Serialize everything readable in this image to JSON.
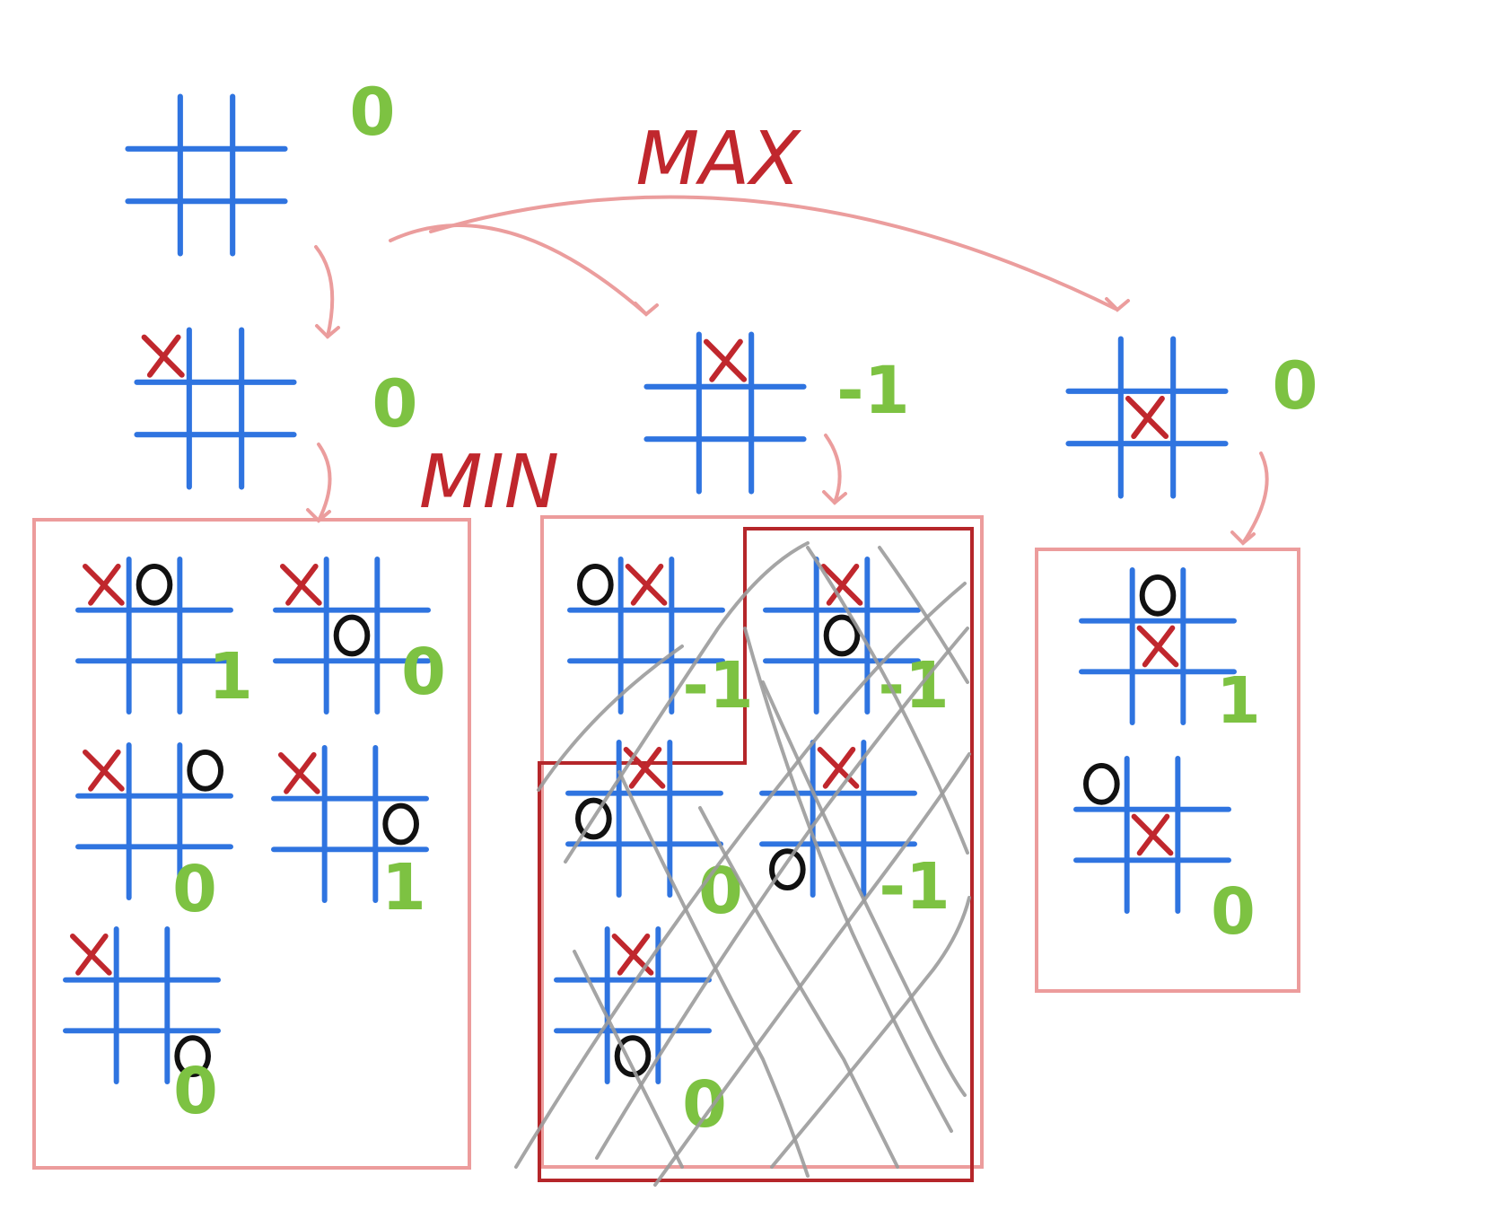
{
  "labels": {
    "max": "MAX",
    "min": "MIN"
  },
  "colors": {
    "grid": "#2f74e0",
    "x_mark": "#c0272d",
    "o_mark": "#111111",
    "score": "#7dc242",
    "box_light": "#ec9c9c",
    "box_dark": "#b5262a",
    "arrow": "#eb9d9d",
    "cross_hatch": "#9b9b9b"
  },
  "root": {
    "label": "root-board",
    "score": "0",
    "marks": []
  },
  "level1": [
    {
      "label": "corner-move-board",
      "score": "0",
      "marks": [
        [
          "X",
          0
        ]
      ]
    },
    {
      "label": "edge-move-board",
      "score": "-1",
      "marks": [
        [
          "X",
          1
        ]
      ]
    },
    {
      "label": "center-move-board",
      "score": "0",
      "marks": [
        [
          "X",
          4
        ]
      ]
    }
  ],
  "corner_children": [
    {
      "score": "1",
      "marks": [
        [
          "X",
          0
        ],
        [
          "O",
          1
        ]
      ]
    },
    {
      "score": "0",
      "marks": [
        [
          "X",
          0
        ],
        [
          "O",
          4
        ]
      ]
    },
    {
      "score": "0",
      "marks": [
        [
          "X",
          0
        ],
        [
          "O",
          2
        ]
      ]
    },
    {
      "score": "1",
      "marks": [
        [
          "X",
          0
        ],
        [
          "O",
          5
        ]
      ]
    },
    {
      "score": "0",
      "marks": [
        [
          "X",
          0
        ],
        [
          "O",
          8
        ]
      ]
    }
  ],
  "edge_children": [
    {
      "score": "-1",
      "marks": [
        [
          "O",
          0
        ],
        [
          "X",
          1
        ]
      ]
    },
    {
      "score": "-1",
      "marks": [
        [
          "X",
          1
        ],
        [
          "O",
          4
        ]
      ]
    },
    {
      "score": "0",
      "marks": [
        [
          "X",
          1
        ],
        [
          "O",
          3
        ]
      ]
    },
    {
      "score": "-1",
      "marks": [
        [
          "X",
          1
        ],
        [
          "O",
          6
        ]
      ]
    },
    {
      "score": "0",
      "marks": [
        [
          "X",
          1
        ],
        [
          "O",
          7
        ]
      ]
    }
  ],
  "center_children": [
    {
      "score": "1",
      "marks": [
        [
          "O",
          1
        ],
        [
          "X",
          4
        ]
      ]
    },
    {
      "score": "0",
      "marks": [
        [
          "O",
          0
        ],
        [
          "X",
          4
        ]
      ]
    }
  ]
}
